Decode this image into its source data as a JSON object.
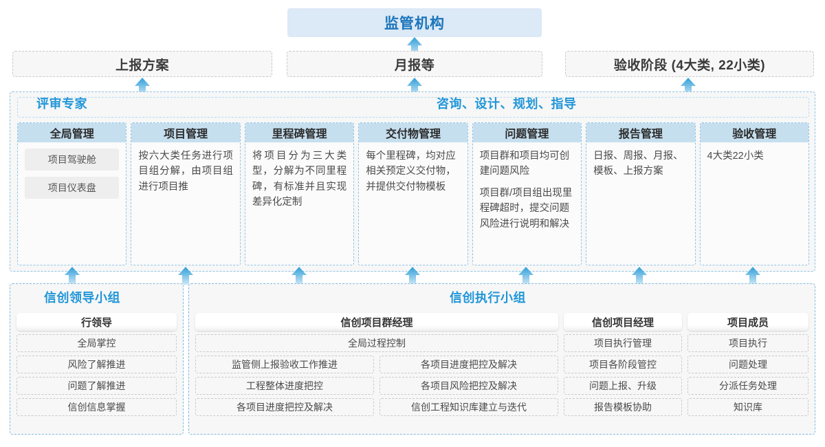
{
  "top": {
    "regulator": "监管机构",
    "documents": [
      {
        "label": "上报方案"
      },
      {
        "label": "月报等"
      },
      {
        "label": "验收阶段 (4大类, 22小类)"
      }
    ]
  },
  "middle": {
    "title_left": "评审专家",
    "title_center": "咨询、设计、规划、指导",
    "columns": [
      {
        "head": "全局管理",
        "chips": [
          "项目驾驶舱",
          "项目仪表盘"
        ],
        "paragraphs": []
      },
      {
        "head": "项目管理",
        "chips": [],
        "paragraphs": [
          "按六大类任务进行项目组分解，由项目组进行项目推"
        ]
      },
      {
        "head": "里程碑管理",
        "chips": [],
        "paragraphs": [
          "将项目分为三大类型，分解为不同里程碑，有标准并且实现差异化定制"
        ]
      },
      {
        "head": "交付物管理",
        "chips": [],
        "paragraphs": [
          "每个里程碑，均对应相关预定义交付物，并提供交付物模板"
        ]
      },
      {
        "head": "问题管理",
        "chips": [],
        "paragraphs": [
          "项目群和项目均可创建问题风险",
          "项目群/项目组出现里程碑超时，提交问题风险进行说明和解决"
        ]
      },
      {
        "head": "报告管理",
        "chips": [],
        "paragraphs": [
          "日报、周报、月报、模板、上报方案"
        ]
      },
      {
        "head": "验收管理",
        "chips": [],
        "paragraphs": [
          "4大类22小类"
        ]
      }
    ]
  },
  "bottom": {
    "left_group_title": "信创领导小组",
    "right_group_title": "信创执行小组",
    "left_role": {
      "head": "行领导",
      "items": [
        "全局掌控",
        "风险了解推进",
        "问题了解推进",
        "信创信息掌握"
      ]
    },
    "program_manager": {
      "head": "信创项目群经理",
      "full_width_item": "全局过程控制",
      "rows": [
        [
          "监管侧上报验收工作推进",
          "各项目进度把控及解决"
        ],
        [
          "工程整体进度把控",
          "各项目风险把控及解决"
        ],
        [
          "各项目进度把控及解决",
          "信创工程知识库建立与迭代"
        ]
      ]
    },
    "project_manager": {
      "head": "信创项目经理",
      "items": [
        "项目执行管理",
        "项目各阶段管控",
        "问题上报、升级",
        "报告模板协助"
      ]
    },
    "project_member": {
      "head": "项目成员",
      "items": [
        "项目执行",
        "问题处理",
        "分派任务处理",
        "知识库"
      ]
    }
  },
  "colors": {
    "accent_blue": "#2196d8",
    "header_blue": "#c6dfef",
    "regulator_bg": "#dce9f6",
    "arrow_top": "#2e9fd8",
    "arrow_bottom": "#cfe7f7"
  },
  "arrows": {
    "to_regulator": 1,
    "to_documents": 3,
    "to_middle_columns": 7
  }
}
